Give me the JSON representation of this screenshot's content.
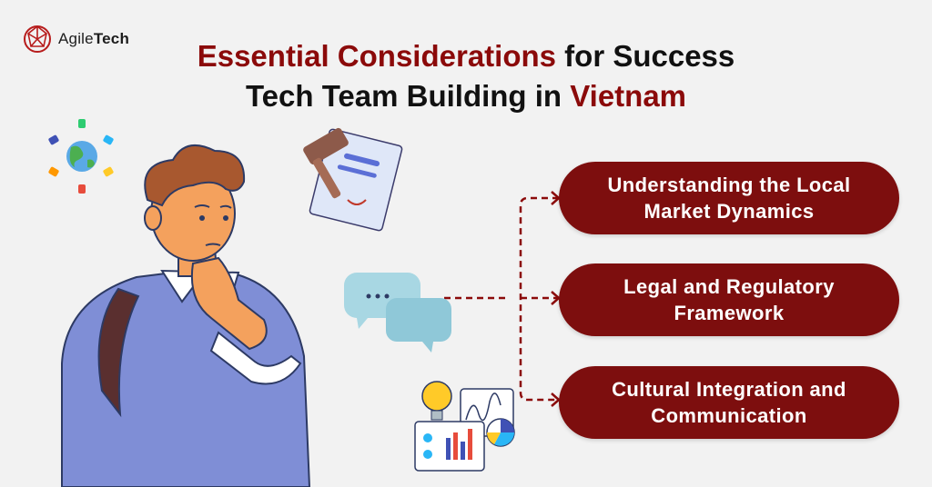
{
  "brand": {
    "name_part1": "Agile",
    "name_part2": "Tech"
  },
  "title": {
    "line1_red": "Essential Considerations",
    "line1_black": " for Success",
    "line2_black": "Tech Team Building in ",
    "line2_red": "Vietnam"
  },
  "nodes": [
    {
      "label": "Understanding the Local Market Dynamics"
    },
    {
      "label": "Legal and Regulatory Framework"
    },
    {
      "label": "Cultural Integration and Communication"
    }
  ],
  "icons": {
    "logo": "geodesic-sphere-icon",
    "globe": "globe-network-icon",
    "gavel": "gavel-document-icon",
    "chat": "chat-bubbles-icon",
    "analytics": "analytics-lightbulb-icon"
  },
  "colors": {
    "accent": "#7d0e0e",
    "title_red": "#8b0a0a",
    "background": "#f2f2f2"
  }
}
